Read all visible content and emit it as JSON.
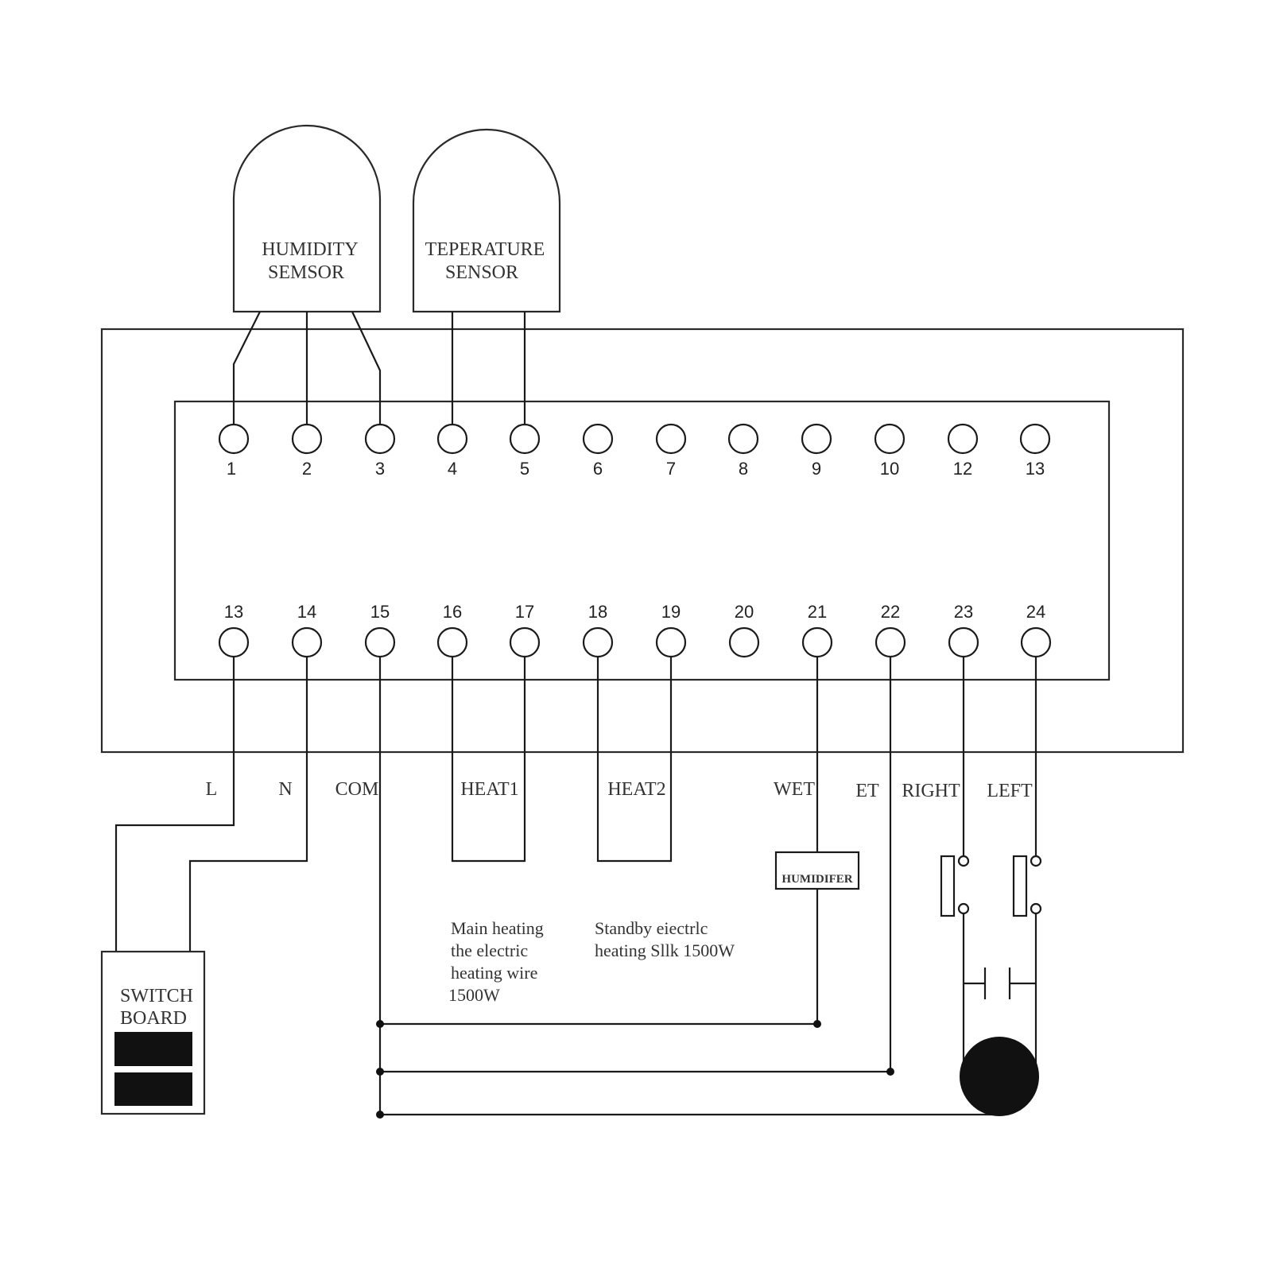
{
  "sensors": {
    "humidity": {
      "line1": "HUMIDITY",
      "line2": "SEMSOR"
    },
    "temperature": {
      "line1": "TEPERATURE",
      "line2": "SENSOR"
    }
  },
  "top_terminals": [
    "1",
    "2",
    "3",
    "4",
    "5",
    "6",
    "7",
    "8",
    "9",
    "10",
    "12",
    "13"
  ],
  "bottom_terminals": [
    "13",
    "14",
    "15",
    "16",
    "17",
    "18",
    "19",
    "20",
    "21",
    "22",
    "23",
    "24"
  ],
  "wire_labels": {
    "l": "L",
    "n": "N",
    "com": "COM",
    "heat1": "HEAT1",
    "heat2": "HEAT2",
    "wet": "WET",
    "et": "ET",
    "right": "RIGHT",
    "left": "LEFT"
  },
  "humidifier_label": "HUMIDIFER",
  "switch_board": {
    "line1": "SWITCH",
    "line2": "BOARD"
  },
  "notes": {
    "main_heating": [
      "Main heating",
      "the electric",
      "heating wire",
      "1500W"
    ],
    "standby_heating": [
      "Standby eiectrlc",
      "heating Sllk 1500W"
    ]
  }
}
